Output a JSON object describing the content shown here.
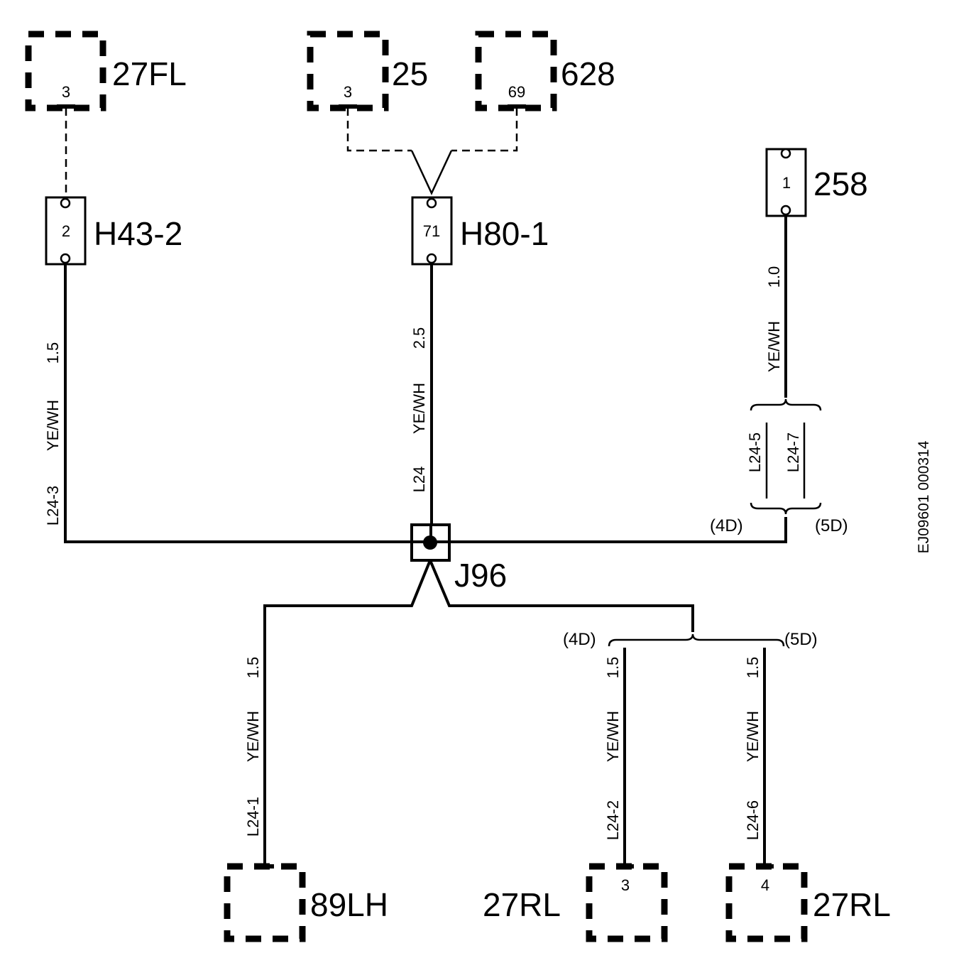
{
  "components": {
    "c27fl": {
      "name": "27FL",
      "pin": "3"
    },
    "c25": {
      "name": "25",
      "pin": "3"
    },
    "c628": {
      "name": "628",
      "pin": "69"
    },
    "c258": {
      "name": "258",
      "pin": "1"
    },
    "c89lh": {
      "name": "89LH"
    },
    "c27rl_a": {
      "name": "27RL",
      "pin": "3"
    },
    "c27rl_b": {
      "name": "27RL",
      "pin": "4"
    }
  },
  "connectors": {
    "h43": {
      "name": "H43-2",
      "pin": "2"
    },
    "h80": {
      "name": "H80-1",
      "pin": "71"
    }
  },
  "splice": {
    "name": "J96"
  },
  "wires": {
    "l24_3": {
      "circuit": "L24-3",
      "color": "YE/WH",
      "size": "1.5"
    },
    "l24": {
      "circuit": "L24",
      "color": "YE/WH",
      "size": "2.5"
    },
    "w258": {
      "color": "YE/WH",
      "size": "1.0"
    },
    "l24_5": {
      "circuit": "L24-5"
    },
    "l24_7": {
      "circuit": "L24-7"
    },
    "l24_1": {
      "circuit": "L24-1",
      "color": "YE/WH",
      "size": "1.5"
    },
    "l24_2": {
      "circuit": "L24-2",
      "color": "YE/WH",
      "size": "1.5"
    },
    "l24_6": {
      "circuit": "L24-6",
      "color": "YE/WH",
      "size": "1.5"
    }
  },
  "variants": {
    "d4": "(4D)",
    "d5": "(5D)"
  },
  "figure_ref": "EJ09601 000314"
}
